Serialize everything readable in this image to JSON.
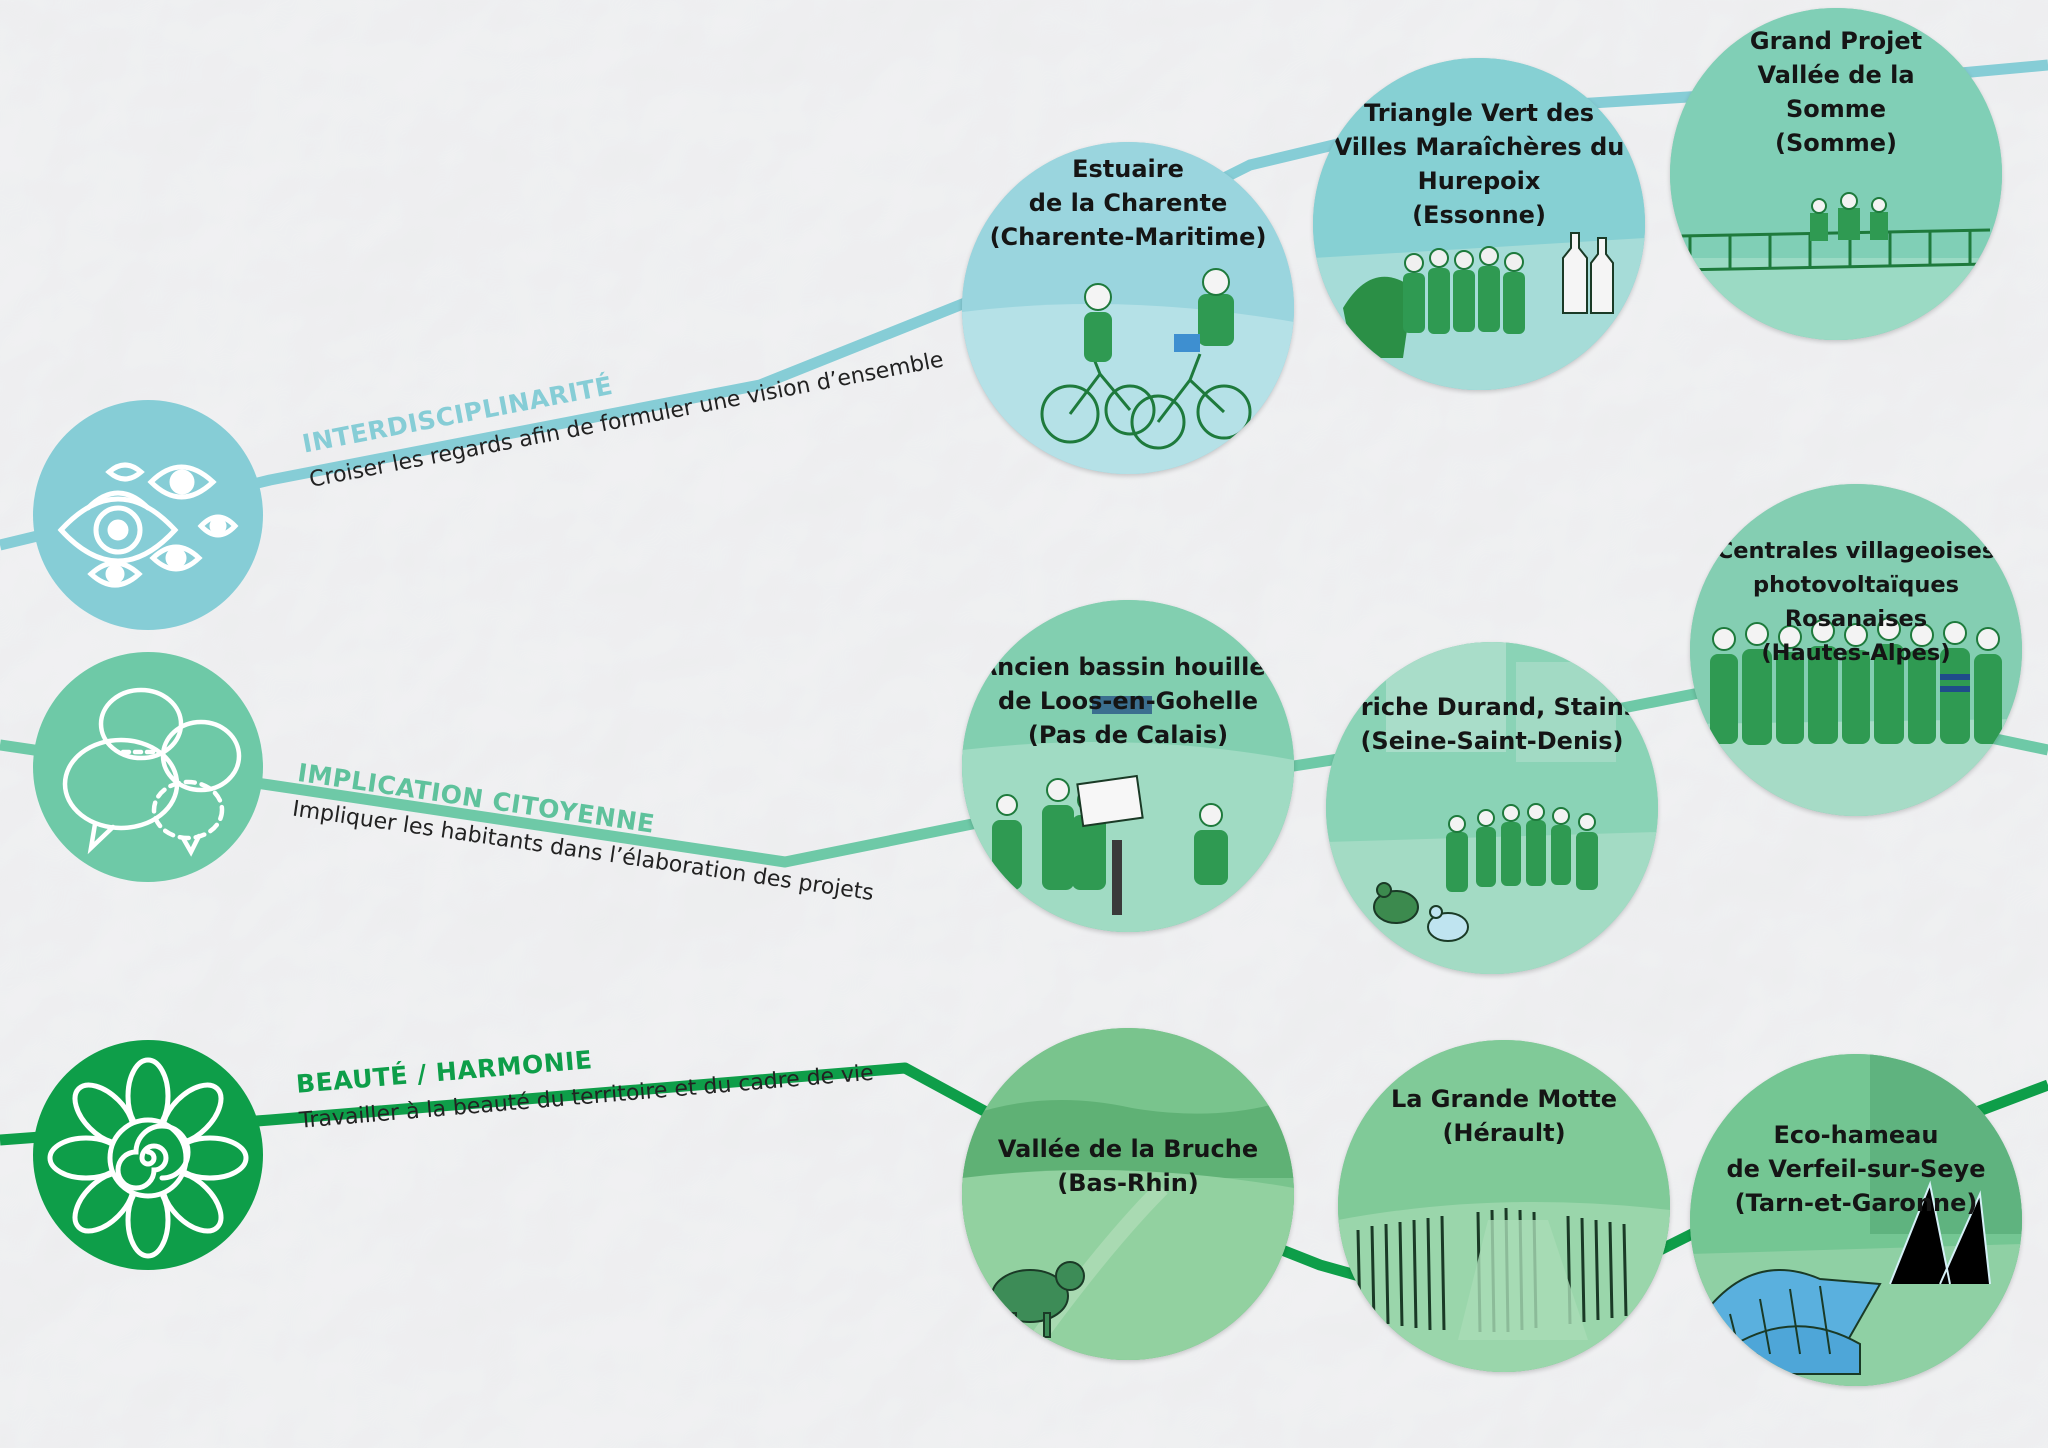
{
  "colors": {
    "interdisciplinarite": "#86cdd6",
    "implication": "#6ec9a7",
    "beaute": "#0e9e49",
    "ink": "#1e7a3c"
  },
  "themes": [
    {
      "id": "interdisciplinarite",
      "icon": "eyes-icon",
      "title": "INTERDISCIPLINARITÉ",
      "subtitle": "Croiser les regards afin de formuler une vision d’ensemble"
    },
    {
      "id": "implication",
      "icon": "speech-bubbles-icon",
      "title": "IMPLICATION CITOYENNE",
      "subtitle": "Impliquer les habitants dans l’élaboration des projets"
    },
    {
      "id": "beaute",
      "icon": "flower-spiral-icon",
      "title": "BEAUTÉ / HARMONIE",
      "subtitle": "Travailler à la beauté du territoire et du cadre de vie"
    }
  ],
  "projects": [
    {
      "id": "estuaire",
      "theme": "interdisciplinarite",
      "scene": "cyclists",
      "lines": [
        "Estuaire",
        "de la Charente",
        "(Charente-Maritime)"
      ]
    },
    {
      "id": "triangle",
      "theme": "interdisciplinarite",
      "scene": "crowd-bottles",
      "lines": [
        "Triangle Vert des",
        "Villes Maraîchères du",
        "Hurepoix",
        "(Essonne)"
      ]
    },
    {
      "id": "somme",
      "theme": "interdisciplinarite",
      "scene": "bridge",
      "lines": [
        "Grand Projet",
        "Vallée de la",
        "Somme",
        "(Somme)"
      ]
    },
    {
      "id": "loos",
      "theme": "implication",
      "scene": "map-discussion",
      "lines": [
        "Ancien bassin houiller",
        "de Loos-en-Gohelle",
        "(Pas de Calais)"
      ]
    },
    {
      "id": "stains",
      "theme": "implication",
      "scene": "group-chickens",
      "lines": [
        "Friche Durand, Stains",
        "(Seine-Saint-Denis)"
      ]
    },
    {
      "id": "rosanaises",
      "theme": "implication",
      "scene": "group-portrait",
      "lines": [
        "Centrales villageoises",
        "photovoltaïques Rosanaises",
        "(Hautes-Alpes)"
      ]
    },
    {
      "id": "bruche",
      "theme": "beaute",
      "scene": "valley-sheep",
      "lines": [
        "Vallée de la Bruche",
        "(Bas-Rhin)"
      ]
    },
    {
      "id": "motte",
      "theme": "beaute",
      "scene": "fence-dunes",
      "lines": [
        "La Grande Motte",
        "(Hérault)"
      ]
    },
    {
      "id": "verfeil",
      "theme": "beaute",
      "scene": "greenhouses",
      "lines": [
        "Eco-hameau",
        "de Verfeil-sur-Seye",
        "(Tarn-et-Garonne)"
      ]
    }
  ]
}
